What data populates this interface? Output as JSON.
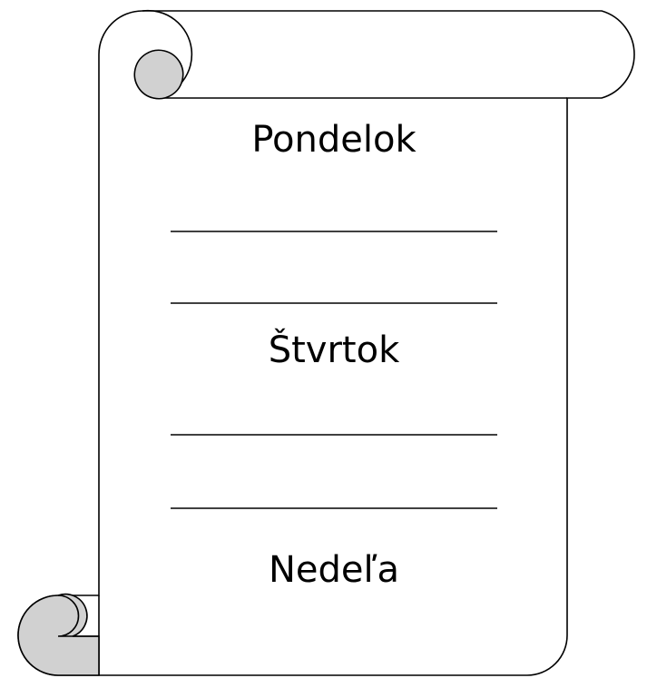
{
  "worksheet": {
    "days": [
      "Pondelok",
      "Štvrtok",
      "Nedeľa"
    ],
    "blank_lines_count": 4
  },
  "colors": {
    "outline": "#000000",
    "paper": "#ffffff",
    "curl_fill": "#d1d1d1"
  }
}
